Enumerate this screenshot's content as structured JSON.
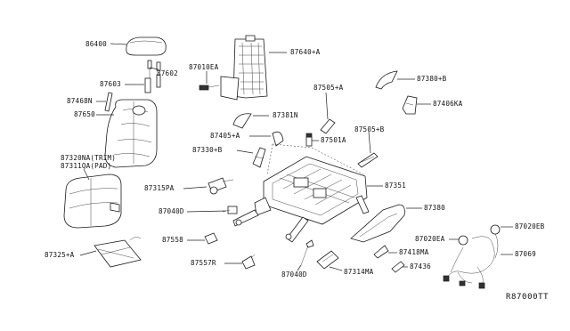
{
  "diagram": {
    "reference_code": "R87000TT",
    "parts": [
      {
        "id": "p86400",
        "label": "86400"
      },
      {
        "id": "p87602",
        "label": "87602"
      },
      {
        "id": "p87603",
        "label": "87603"
      },
      {
        "id": "p87468n",
        "label": "87468N"
      },
      {
        "id": "p87650",
        "label": "87650"
      },
      {
        "id": "p87320na",
        "label": "87320NA(TRIM)"
      },
      {
        "id": "p87311qa",
        "label": "87311QA(PAD)"
      },
      {
        "id": "p87325a",
        "label": "87325+A"
      },
      {
        "id": "p87010ea",
        "label": "87010EA"
      },
      {
        "id": "p87640a",
        "label": "87640+A"
      },
      {
        "id": "p87381n",
        "label": "87381N"
      },
      {
        "id": "p87405a",
        "label": "87405+A"
      },
      {
        "id": "p87330b",
        "label": "87330+B"
      },
      {
        "id": "p87315pa",
        "label": "87315PA"
      },
      {
        "id": "p87040d1",
        "label": "87040D"
      },
      {
        "id": "p87558",
        "label": "87558"
      },
      {
        "id": "p87557r",
        "label": "87557R"
      },
      {
        "id": "p87505a",
        "label": "87505+A"
      },
      {
        "id": "p87501a",
        "label": "87501A"
      },
      {
        "id": "p87505b",
        "label": "87505+B"
      },
      {
        "id": "p87380b",
        "label": "87380+B"
      },
      {
        "id": "p87406ka",
        "label": "87406KA"
      },
      {
        "id": "p87351",
        "label": "87351"
      },
      {
        "id": "p87380",
        "label": "87380"
      },
      {
        "id": "p87020ea",
        "label": "87020EA"
      },
      {
        "id": "p87020eb",
        "label": "87020EB"
      },
      {
        "id": "p87069",
        "label": "87069"
      },
      {
        "id": "p87418ma",
        "label": "87418MA"
      },
      {
        "id": "p87436",
        "label": "87436"
      },
      {
        "id": "p87040d2",
        "label": "87040D"
      },
      {
        "id": "p87314ma",
        "label": "87314MA"
      }
    ]
  }
}
